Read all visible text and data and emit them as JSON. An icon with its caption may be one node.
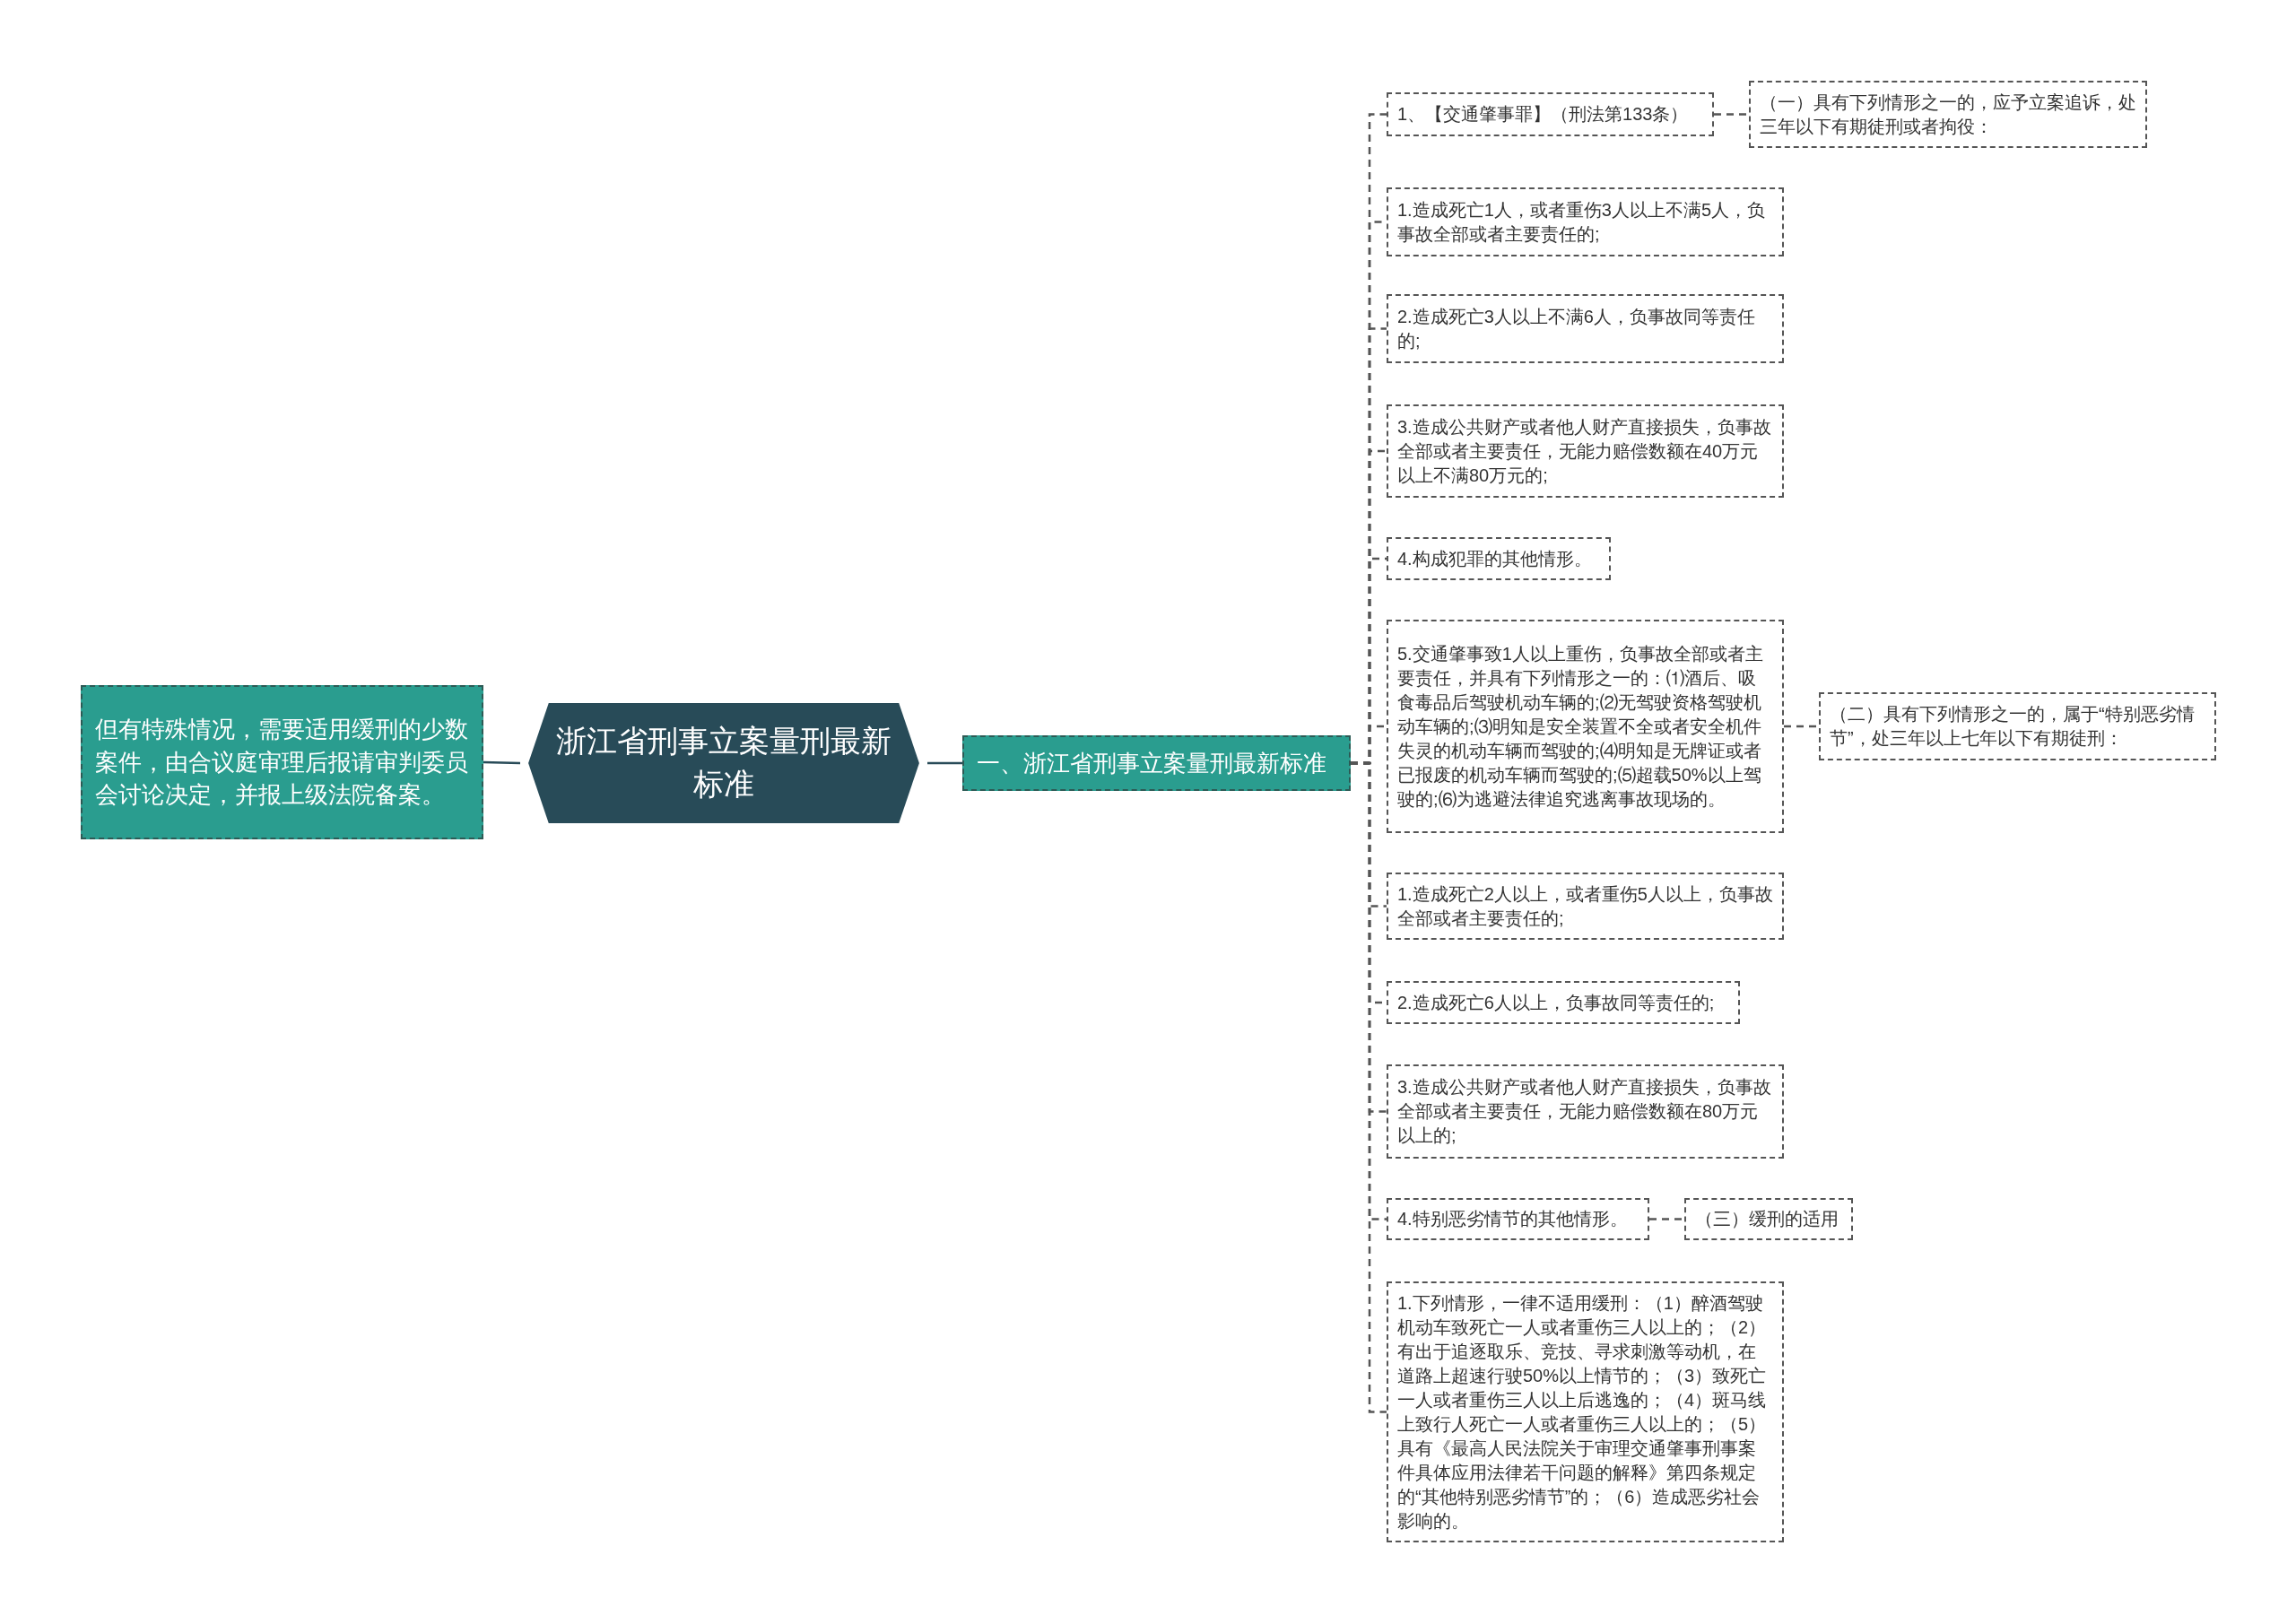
{
  "diagram": {
    "nodes": [
      {
        "text": [
          "浙江省刑事立案量刑最新标准"
        ]
      },
      {
        "text": [
          "但有特殊情况，需要适用缓刑的少数案件，由合议庭审理后报请审判委员会讨论决定，并报上级法院备案。"
        ]
      },
      {
        "text": [
          "一、浙江省刑事立案量刑最新标准"
        ]
      },
      {
        "text": [
          "1、【交通肇事罪】（刑法第133条）"
        ]
      },
      {
        "text": [
          "（一）具有下列情形之一的，应予立案追诉，处三年以下有期徒刑或者拘役："
        ]
      },
      {
        "text": [
          "1.造成死亡1人，或者重伤3人以上不满5人，负事故全部或者主要责任的;"
        ]
      },
      {
        "text": [
          "2.造成死亡3人以上不满6人，负事故同等责任的;"
        ]
      },
      {
        "text": [
          "3.造成公共财产或者他人财产直接损失，负事故全部或者主要责任，无能力赔偿数额在40万元以上不满80万元的;"
        ]
      },
      {
        "text": [
          "4.构成犯罪的其他情形。"
        ]
      },
      {
        "text": [
          "5.交通肇事致1人以上重伤，负事故全部或者主要责任，并具有下列情形之一的：⑴酒后、吸食毒品后驾驶机动车辆的;⑵无驾驶资格驾驶机动车辆的;⑶明知是安全装置不全或者安全机件失灵的机动车辆而驾驶的;⑷明知是无牌证或者已报废的机动车辆而驾驶的;⑸超载50%以上驾驶的;⑹为逃避法律追究逃离事故现场的。"
        ]
      },
      {
        "text": [
          "（二）具有下列情形之一的，属于“特别恶劣情节”，处三年以上七年以下有期徒刑："
        ]
      },
      {
        "text": [
          "1.造成死亡2人以上，或者重伤5人以上，负事故全部或者主要责任的;"
        ]
      },
      {
        "text": [
          "2.造成死亡6人以上，负事故同等责任的;"
        ]
      },
      {
        "text": [
          "3.造成公共财产或者他人财产直接损失，负事故全部或者主要责任，无能力赔偿数额在80万元以上的;"
        ]
      },
      {
        "text": [
          "4.特别恶劣情节的其他情形。"
        ]
      },
      {
        "text": [
          "（三）缓刑的适用"
        ]
      },
      {
        "text": [
          "1.下列情形，一律不适用缓刑：（1）醉酒驾驶机动车致死亡一人或者重伤三人以上的；（2）有出于追逐取乐、竞技、寻求刺激等动机，在道路上超速行驶50%以上情节的；（3）致死亡一人或者重伤三人以上后逃逸的；（4）斑马线上致行人死亡一人或者重伤三人以上的；（5）具有《最高人民法院关于审理交通肇事刑事案件具体应用法律若干问题的解释》第四条规定的“其他特别恶劣情节”的；（6）造成恶劣社会影响的。"
        ]
      }
    ],
    "edges": [
      {
        "from": 0,
        "to": 1,
        "arrow": "none"
      },
      {
        "from": 0,
        "to": 2,
        "arrow": "none"
      },
      {
        "from": 2,
        "to": 3,
        "arrow": "none",
        "style": "dashed"
      },
      {
        "from": 3,
        "to": 4,
        "arrow": "none",
        "style": "dashed"
      },
      {
        "from": 2,
        "to": 5,
        "arrow": "none",
        "style": "dashed"
      },
      {
        "from": 2,
        "to": 6,
        "arrow": "none",
        "style": "dashed"
      },
      {
        "from": 2,
        "to": 7,
        "arrow": "none",
        "style": "dashed"
      },
      {
        "from": 2,
        "to": 8,
        "arrow": "none",
        "style": "dashed"
      },
      {
        "from": 2,
        "to": 9,
        "arrow": "none",
        "style": "dashed"
      },
      {
        "from": 9,
        "to": 10,
        "arrow": "none",
        "style": "dashed"
      },
      {
        "from": 2,
        "to": 11,
        "arrow": "none",
        "style": "dashed"
      },
      {
        "from": 2,
        "to": 12,
        "arrow": "none",
        "style": "dashed"
      },
      {
        "from": 2,
        "to": 13,
        "arrow": "none",
        "style": "dashed"
      },
      {
        "from": 2,
        "to": 14,
        "arrow": "none",
        "style": "dashed"
      },
      {
        "from": 14,
        "to": 15,
        "arrow": "none",
        "style": "dashed"
      },
      {
        "from": 2,
        "to": 16,
        "arrow": "none",
        "style": "dashed"
      }
    ]
  }
}
